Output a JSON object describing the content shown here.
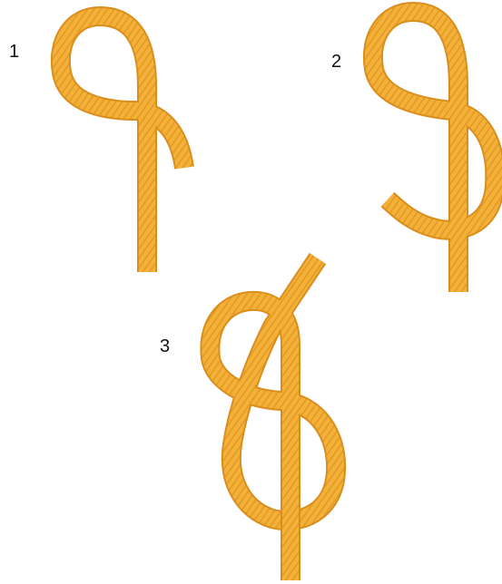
{
  "diagram": {
    "steps": [
      {
        "label": "1"
      },
      {
        "label": "2"
      },
      {
        "label": "3"
      }
    ]
  },
  "colors": {
    "rope_fill": "#F3B13A",
    "rope_outline": "#D98E1E",
    "rope_stripe": "#E39A22",
    "background": "#FFFFFF"
  },
  "icons": [
    "rope-strand"
  ]
}
